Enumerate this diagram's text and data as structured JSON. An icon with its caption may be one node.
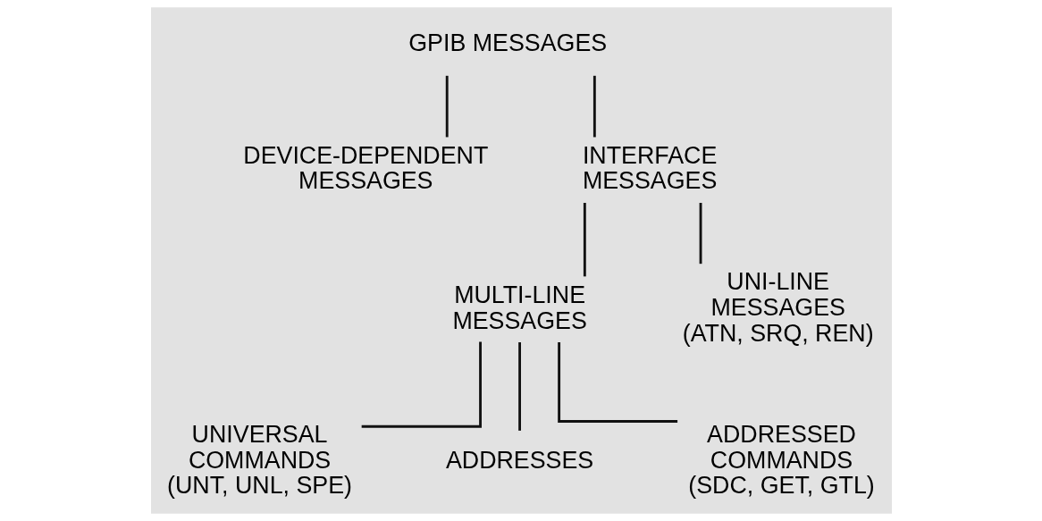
{
  "diagram": {
    "nodes": [
      {
        "text": [
          "GPIB MESSAGES"
        ]
      },
      {
        "text": [
          "DEVICE-DEPENDENT MESSAGES"
        ]
      },
      {
        "text": [
          "INTERFACE MESSAGES"
        ]
      },
      {
        "text": [
          "MULTI-LINE MESSAGES"
        ]
      },
      {
        "text": [
          "UNI-LINE MESSAGES",
          "(ATN, SRQ, REN)"
        ]
      },
      {
        "text": [
          "UNIVERSAL COMMANDS",
          "(UNT, UNL, SPE)"
        ]
      },
      {
        "text": [
          "ADDRESSES"
        ]
      },
      {
        "text": [
          "ADDRESSED COMMANDS",
          "(SDC, GET, GTL)"
        ]
      }
    ],
    "edges": [
      {
        "from": 0,
        "to": 1,
        "arrow": "none"
      },
      {
        "from": 0,
        "to": 2,
        "arrow": "none"
      },
      {
        "from": 2,
        "to": 3,
        "arrow": "none"
      },
      {
        "from": 2,
        "to": 4,
        "arrow": "none"
      },
      {
        "from": 3,
        "to": 5,
        "arrow": "none"
      },
      {
        "from": 3,
        "to": 6,
        "arrow": "none"
      },
      {
        "from": 3,
        "to": 7,
        "arrow": "none"
      }
    ]
  }
}
